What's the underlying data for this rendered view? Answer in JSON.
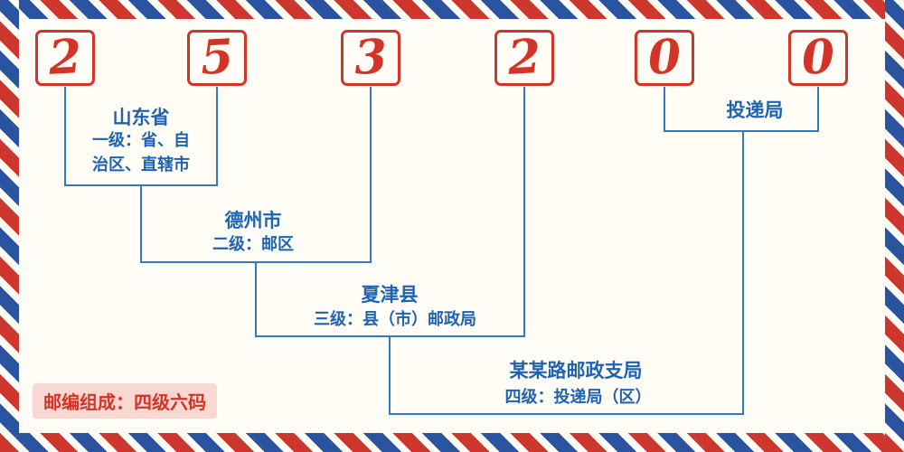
{
  "postal_code": {
    "digits": [
      "2",
      "5",
      "3",
      "2",
      "0",
      "0"
    ]
  },
  "levels": {
    "level1": {
      "name": "山东省",
      "desc_lines": [
        "一级：省、自",
        "治区、直辖市"
      ]
    },
    "level2": {
      "name": "德州市",
      "desc": "二级：邮区"
    },
    "level3": {
      "name": "夏津县",
      "desc": "三级：县（市）邮政局"
    },
    "level4": {
      "name": "某某路邮政支局",
      "desc": "四级：投递局（区）"
    },
    "delivery": {
      "name": "投递局"
    }
  },
  "footer": {
    "composition_note": "邮编组成：四级六码"
  },
  "colors": {
    "digit_red": "#d43327",
    "label_blue": "#1f63b0",
    "line_blue": "#2e7bbf",
    "stripe_red": "#cd372e",
    "stripe_blue": "#2a53a0",
    "background": "#fffdf5"
  }
}
